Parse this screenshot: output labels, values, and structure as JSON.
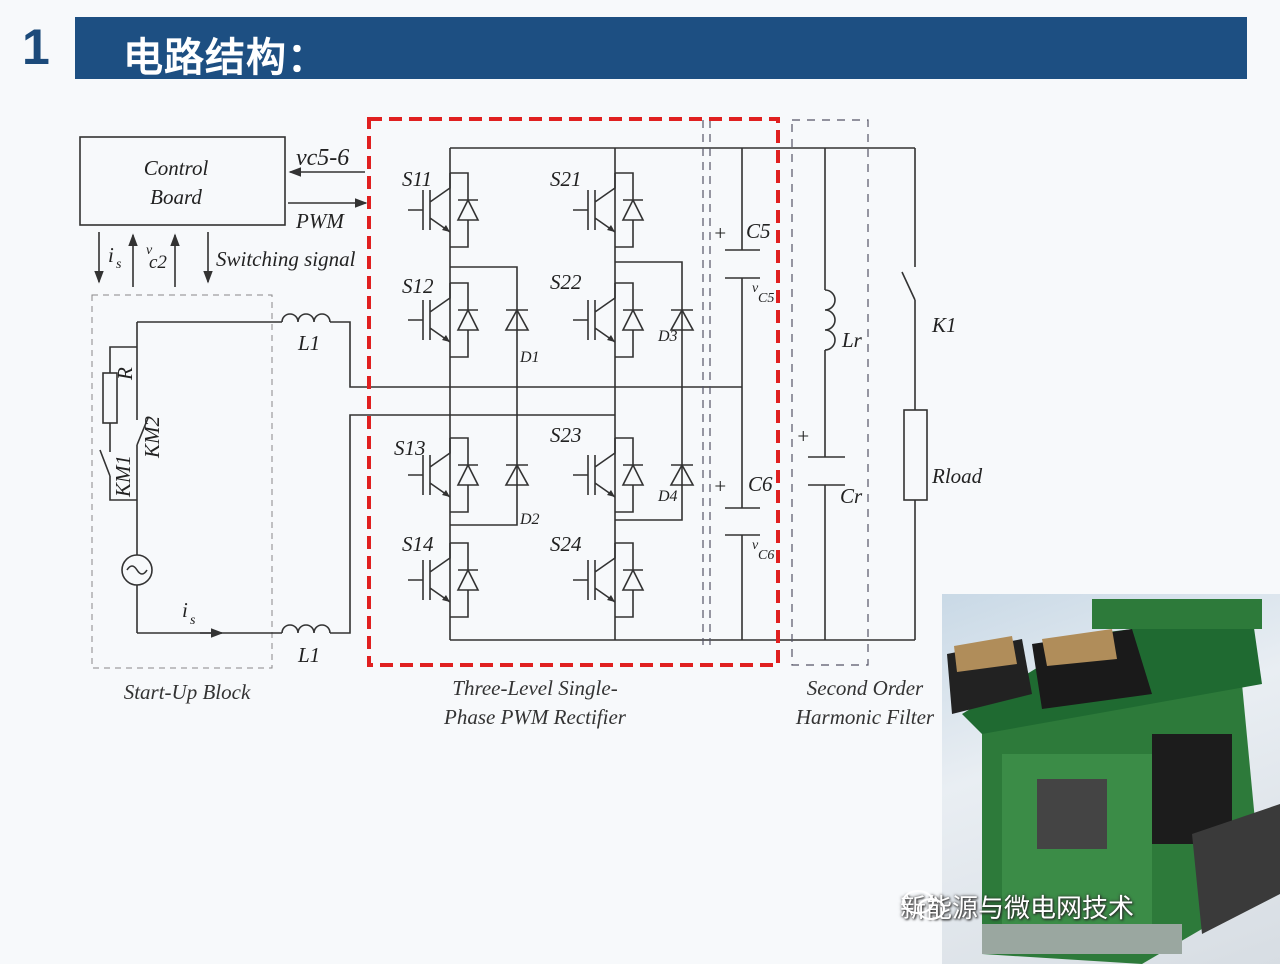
{
  "header": {
    "number": "1",
    "title": "电路结构："
  },
  "control_board": {
    "line1": "Control",
    "line2": "Board"
  },
  "signals": {
    "vc56": "vc5-6",
    "pwm": "PWM",
    "is": {
      "main": "i",
      "sub": "s"
    },
    "vc2": {
      "main": "v",
      "sub": "c2"
    },
    "switching": "Switching signal"
  },
  "startup": {
    "l1_top": "L1",
    "l1_bottom": "L1",
    "r": "R",
    "km1": "KM1",
    "km2": "KM2",
    "is": {
      "main": "i",
      "sub": "s"
    }
  },
  "switches": [
    "S11",
    "S12",
    "S13",
    "S14",
    "S21",
    "S22",
    "S23",
    "S24"
  ],
  "diodes": [
    "D1",
    "D2",
    "D3",
    "D4"
  ],
  "capacitors": {
    "c5": "C5",
    "c6": "C6",
    "vc5": {
      "main": "v",
      "sub": "C5"
    },
    "vc6": {
      "main": "v",
      "sub": "C6"
    }
  },
  "filter": {
    "lr": "Lr",
    "cr": "Cr"
  },
  "load": {
    "k1": "K1",
    "rload": "Rload"
  },
  "captions": {
    "startup": "Start-Up Block",
    "rectifier_1": "Three-Level Single-",
    "rectifier_2": "Phase PWM Rectifier",
    "filter_1": "Second Order",
    "filter_2": "Harmonic Filter"
  },
  "watermark": "新能源与微电网技术",
  "colors": {
    "header": "#1d4f82",
    "highlight": "#e02020"
  }
}
